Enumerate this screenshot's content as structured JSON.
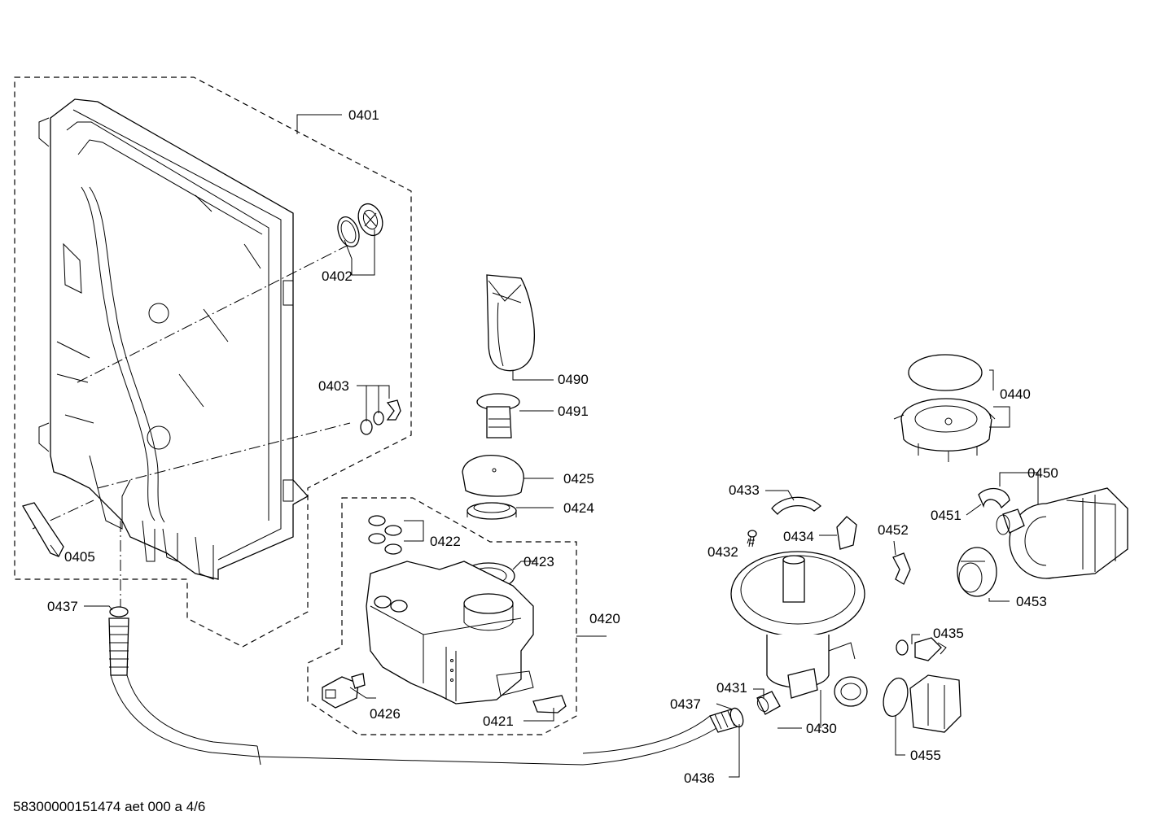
{
  "labels": {
    "p0401": "0401",
    "p0402": "0402",
    "p0403": "0403",
    "p0405": "0405",
    "p0437a": "0437",
    "p0490": "0490",
    "p0491": "0491",
    "p0425": "0425",
    "p0424": "0424",
    "p0422": "0422",
    "p0423": "0423",
    "p0420": "0420",
    "p0426": "0426",
    "p0421": "0421",
    "p0433": "0433",
    "p0432": "0432",
    "p0434": "0434",
    "p0452": "0452",
    "p0440": "0440",
    "p0450": "0450",
    "p0451": "0451",
    "p0453": "0453",
    "p0435": "0435",
    "p0431": "0431",
    "p0437b": "0437",
    "p0430": "0430",
    "p0455": "0455",
    "p0436": "0436"
  },
  "footer": "58300000151474 aet 000 a 4/6"
}
